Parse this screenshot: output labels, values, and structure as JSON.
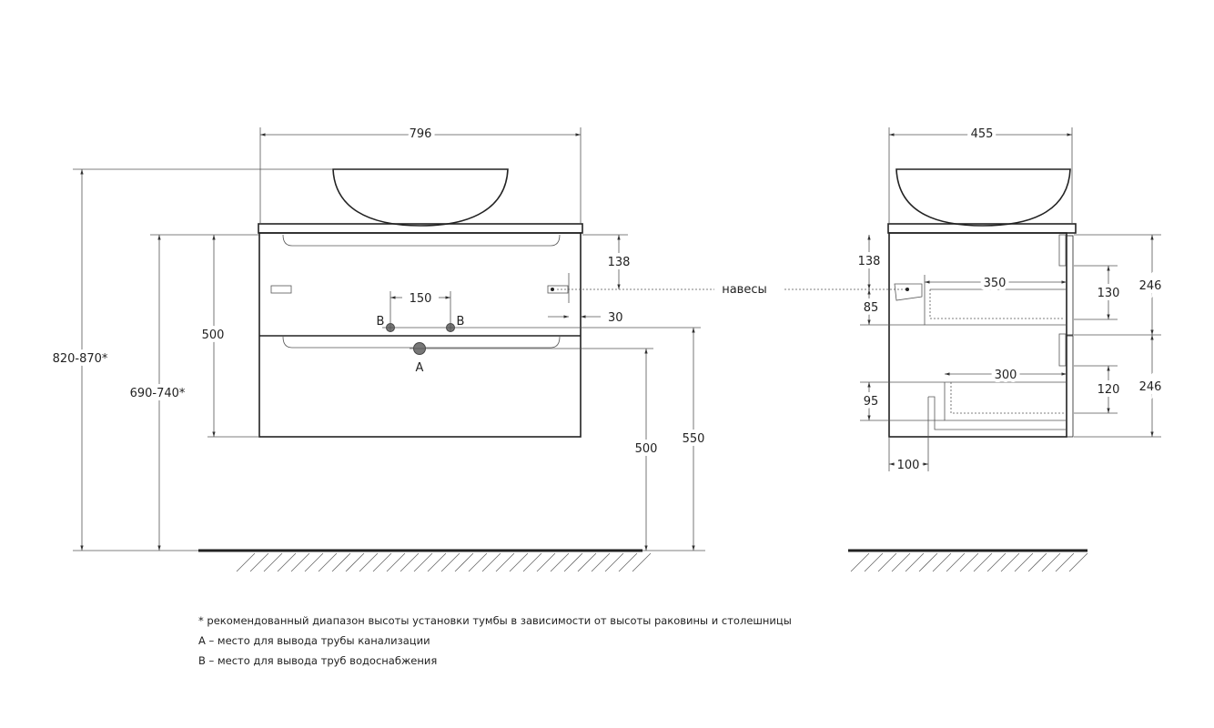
{
  "front": {
    "width": "796",
    "total_height": "820-870*",
    "install_height": "690-740*",
    "cabinet_height": "500",
    "pipe_spacing": "150",
    "label_b1": "B",
    "label_b2": "B",
    "label_a": "A",
    "hanger_offset": "138",
    "hanger_side": "30",
    "drain_height": "500",
    "supply_height": "550"
  },
  "hangers_label": "навесы",
  "side": {
    "depth": "455",
    "hanger_offset": "138",
    "upper_drawer_offset": "85",
    "upper_drawer_depth": "350",
    "upper_drawer_height": "130",
    "upper_front": "246",
    "lower_drawer_depth": "300",
    "lower_drawer_height": "120",
    "lower_front": "246",
    "lower_drawer_offset": "95",
    "back_gap": "100"
  },
  "notes": [
    "* рекомендованный диапазон высоты установки тумбы в зависимости от высоты раковины и столешницы",
    "А – место для вывода трубы канализации",
    "В – место для вывода труб водоснабжения"
  ]
}
